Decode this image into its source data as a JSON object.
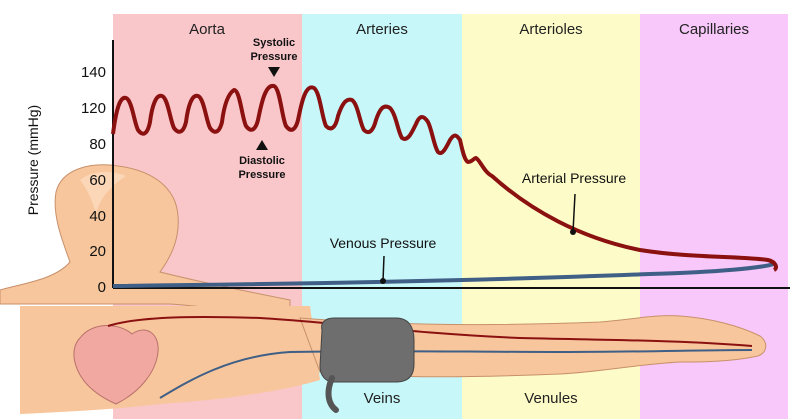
{
  "regions": [
    {
      "label": "Aorta",
      "color": "#f9c6c9"
    },
    {
      "label": "Arteries",
      "color": "#c8f7f9"
    },
    {
      "label": "Arterioles",
      "color": "#fdfcc8"
    },
    {
      "label": "Capillaries",
      "color": "#f7c8f9"
    }
  ],
  "bottom_labels": {
    "veins": "Veins",
    "venules": "Venules"
  },
  "y_axis": {
    "label": "Pressure (mmHg)",
    "ticks": [
      "140",
      "120",
      "80",
      "60",
      "40",
      "20",
      "0"
    ]
  },
  "annotations": {
    "systolic_1": "Systolic",
    "systolic_2": "Pressure",
    "diastolic_1": "Diastolic",
    "diastolic_2": "Pressure",
    "arterial": "Arterial Pressure",
    "venous": "Venous Pressure"
  },
  "colors": {
    "arterial": "#8b1010",
    "venous": "#3f5f86",
    "skin": "#f7c69d",
    "cuff": "#6e6e6e"
  }
}
